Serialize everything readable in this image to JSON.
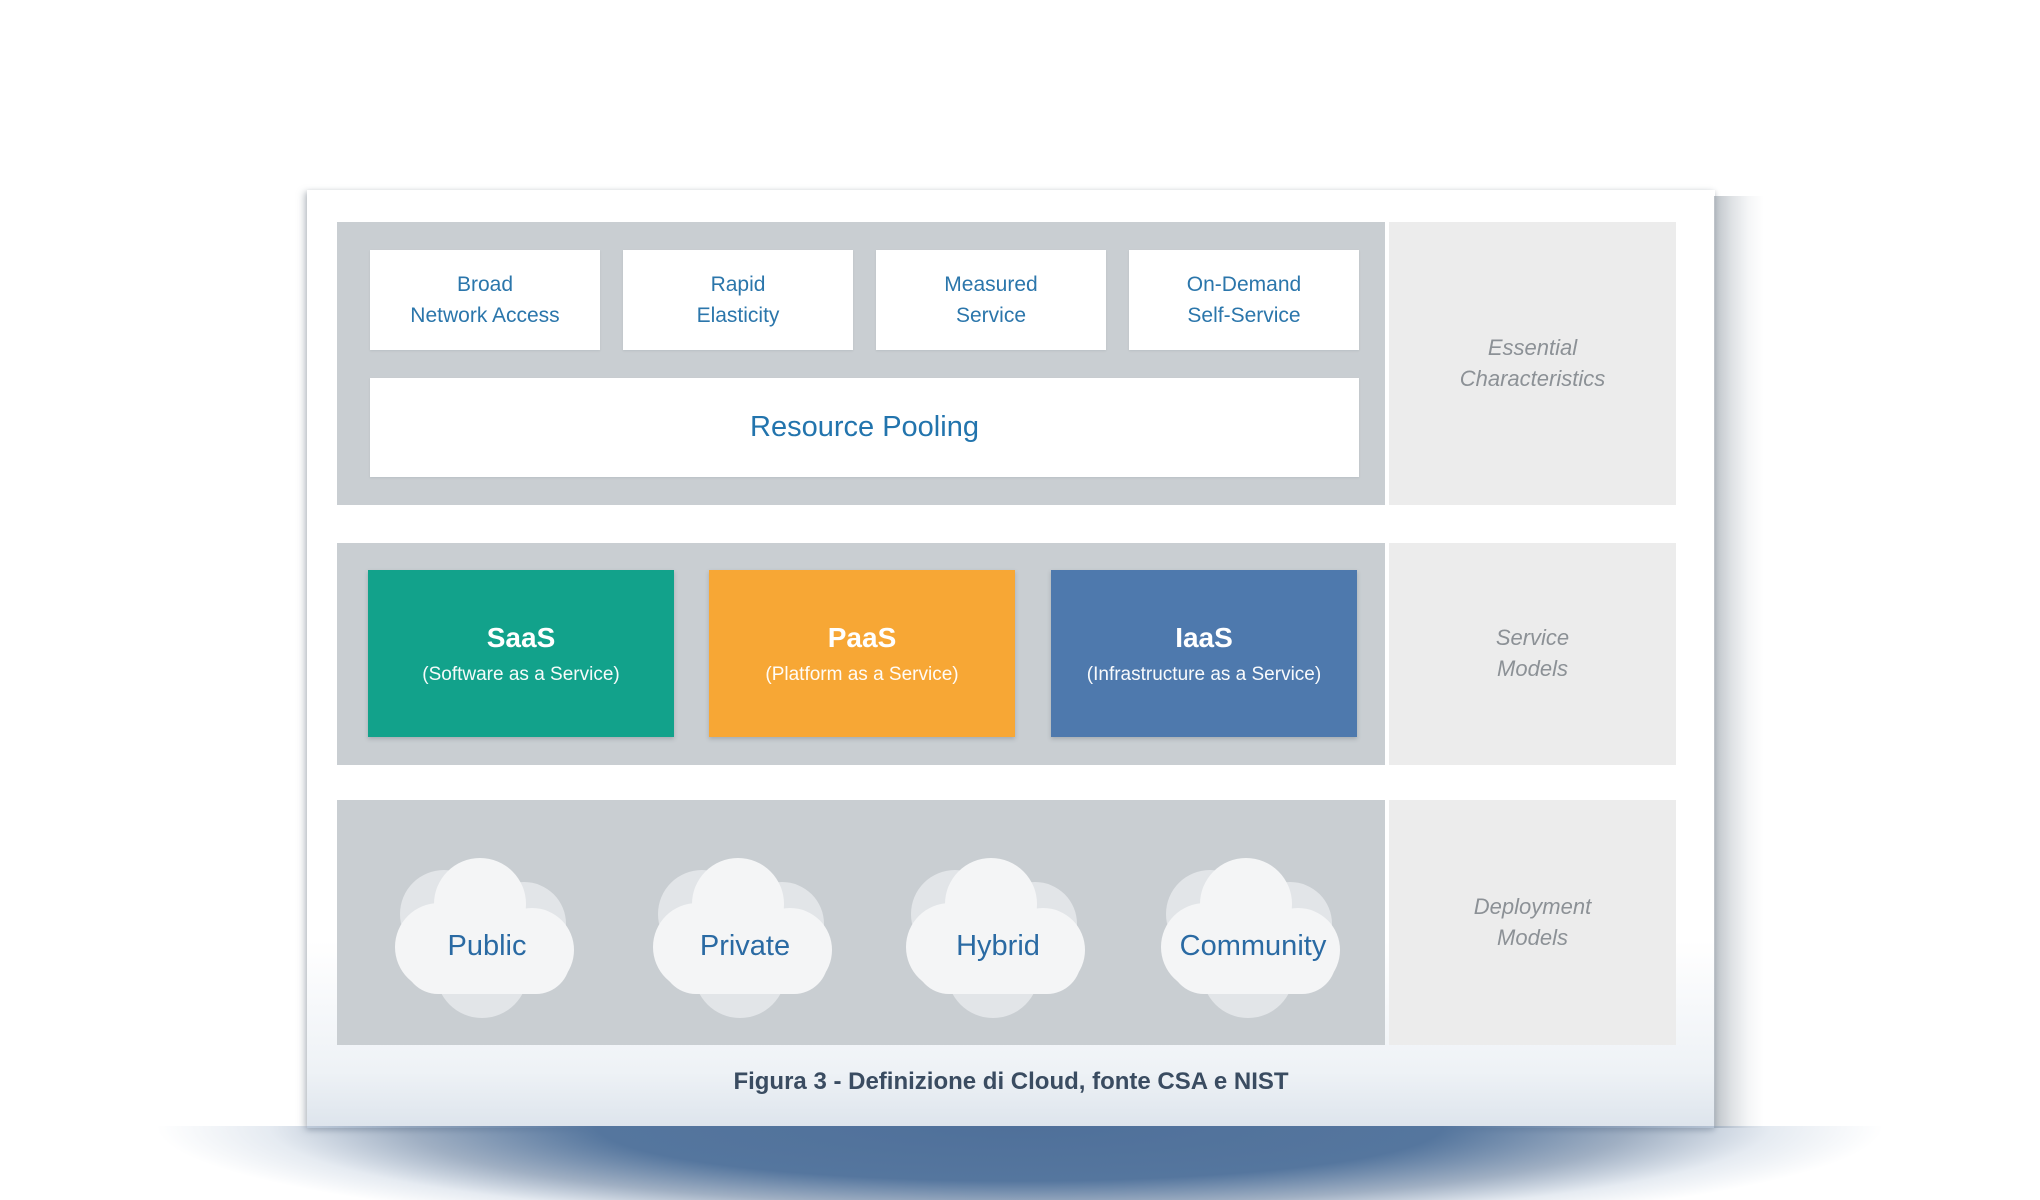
{
  "essential": {
    "label": {
      "line1": "Essential",
      "line2": "Characteristics"
    },
    "items": [
      {
        "line1": "Broad",
        "line2": "Network Access"
      },
      {
        "line1": "Rapid",
        "line2": "Elasticity"
      },
      {
        "line1": "Measured",
        "line2": "Service"
      },
      {
        "line1": "On-Demand",
        "line2": "Self-Service"
      }
    ],
    "wide_item": "Resource Pooling"
  },
  "service": {
    "label": {
      "line1": "Service",
      "line2": "Models"
    },
    "items": [
      {
        "abbr": "SaaS",
        "full": "(Software as a Service)",
        "color": "#12a28b"
      },
      {
        "abbr": "PaaS",
        "full": "(Platform as a Service)",
        "color": "#f7a735"
      },
      {
        "abbr": "IaaS",
        "full": "(Infrastructure as a Service)",
        "color": "#4e79ad"
      }
    ]
  },
  "deployment": {
    "label": {
      "line1": "Deployment",
      "line2": "Models"
    },
    "items": [
      {
        "name": "Public"
      },
      {
        "name": "Private"
      },
      {
        "name": "Hybrid"
      },
      {
        "name": "Community"
      }
    ]
  },
  "caption": "Figura 3 - Definizione di Cloud, fonte CSA e NIST",
  "colors": {
    "panel_gray": "#c9ced2",
    "label_panel_gray": "#ececec",
    "box_text_blue": "#2b76ab",
    "cloud_label_blue": "#2a6aa3",
    "label_text_gray": "#8c9196",
    "caption_color": "#3a4c61",
    "saas_green": "#12a28b",
    "paas_orange": "#f7a735",
    "iaas_blue": "#4e79ad",
    "bottom_glow_blue": "#4f709a"
  }
}
